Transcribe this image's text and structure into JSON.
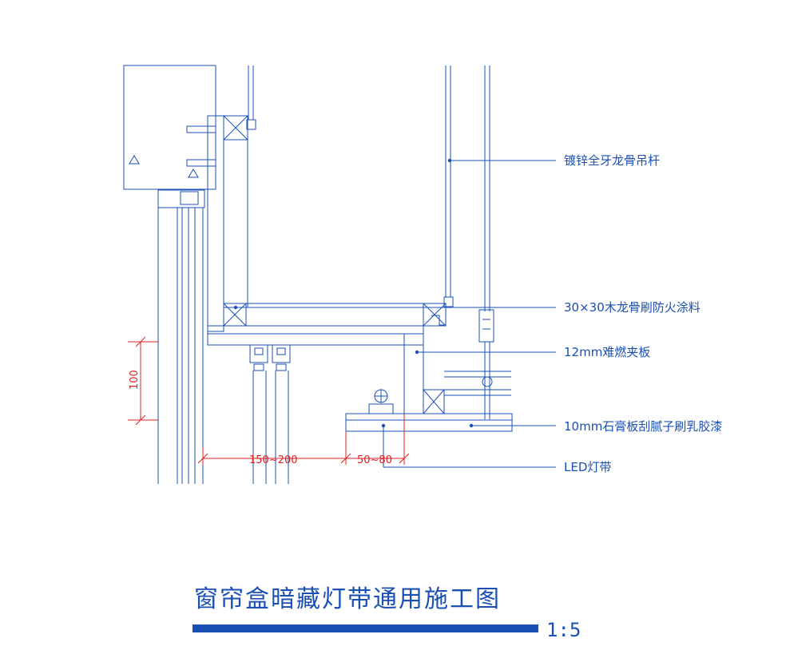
{
  "callouts": {
    "hanger_rod": "镀锌全牙龙骨吊杆",
    "wood_keel": "30×30木龙骨刷防火涂料",
    "plywood": "12mm难燃夹板",
    "gypsum": "10mm石膏板刮腻子刷乳胶漆",
    "led": "LED灯带"
  },
  "dimensions": {
    "height": "100",
    "width_a": "150~200",
    "width_b": "50~80"
  },
  "title": {
    "text": "窗帘盒暗藏灯带通用施工图",
    "scale": "1:5"
  },
  "colors": {
    "line": "#1a4fb4",
    "dimension": "#e02020"
  }
}
